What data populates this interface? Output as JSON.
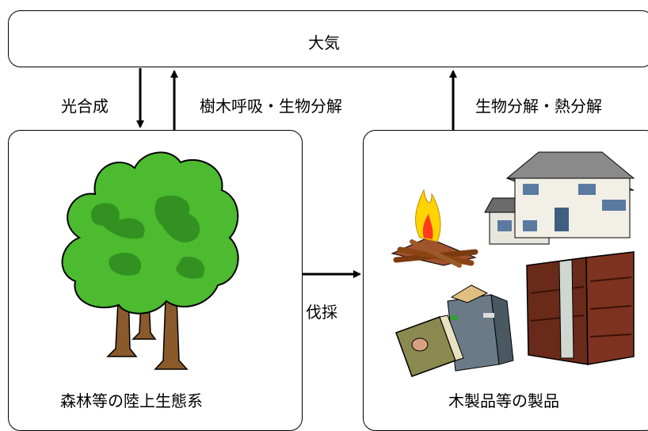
{
  "atmosphere": {
    "label": "大気"
  },
  "flows": {
    "photosynthesis": "光合成",
    "tree_respiration": "樹木呼吸・生物分解",
    "product_decay": "生物分解・熱分解",
    "harvest": "伐採"
  },
  "forest": {
    "label": "森林等の陸上生態系"
  },
  "products": {
    "label": "木製品等の製品"
  },
  "illustrations": {
    "forest": "tree-icon",
    "products": [
      "campfire-icon",
      "house-icon",
      "file-folder-icon",
      "book-icon",
      "bookshelf-icon"
    ]
  }
}
